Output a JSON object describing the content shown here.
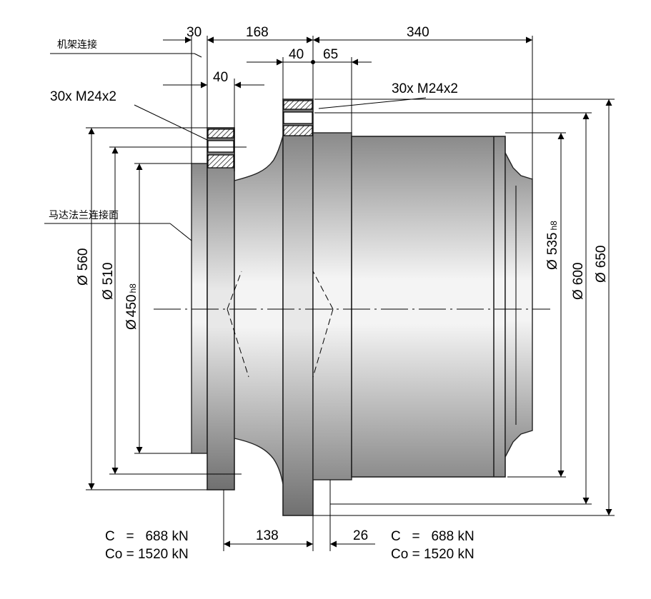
{
  "dimensions": {
    "top": [
      "30",
      "168",
      "340"
    ],
    "mid": [
      "40",
      "65"
    ],
    "small": "40",
    "bottom": [
      "138",
      "26"
    ],
    "diameters_left": {
      "d560": "560",
      "d510": "510",
      "d450": "450",
      "d450_sub": "h8"
    },
    "diameters_right": {
      "d535": "535",
      "d535_sub": "h8",
      "d600": "600",
      "d650": "650"
    }
  },
  "labels": {
    "frame_connection": "机架连接",
    "motor_flange_face": "马达法兰连接面",
    "bolts_left": "30x  M24x2",
    "bolts_right": "30x  M24x2"
  },
  "ratings": {
    "left": {
      "c": "C   =   688 kN",
      "co": "Co = 1520 kN"
    },
    "right": {
      "c": "C   =   688 kN",
      "co": "Co = 1520 kN"
    }
  },
  "symbols": {
    "diameter": "Ø"
  }
}
